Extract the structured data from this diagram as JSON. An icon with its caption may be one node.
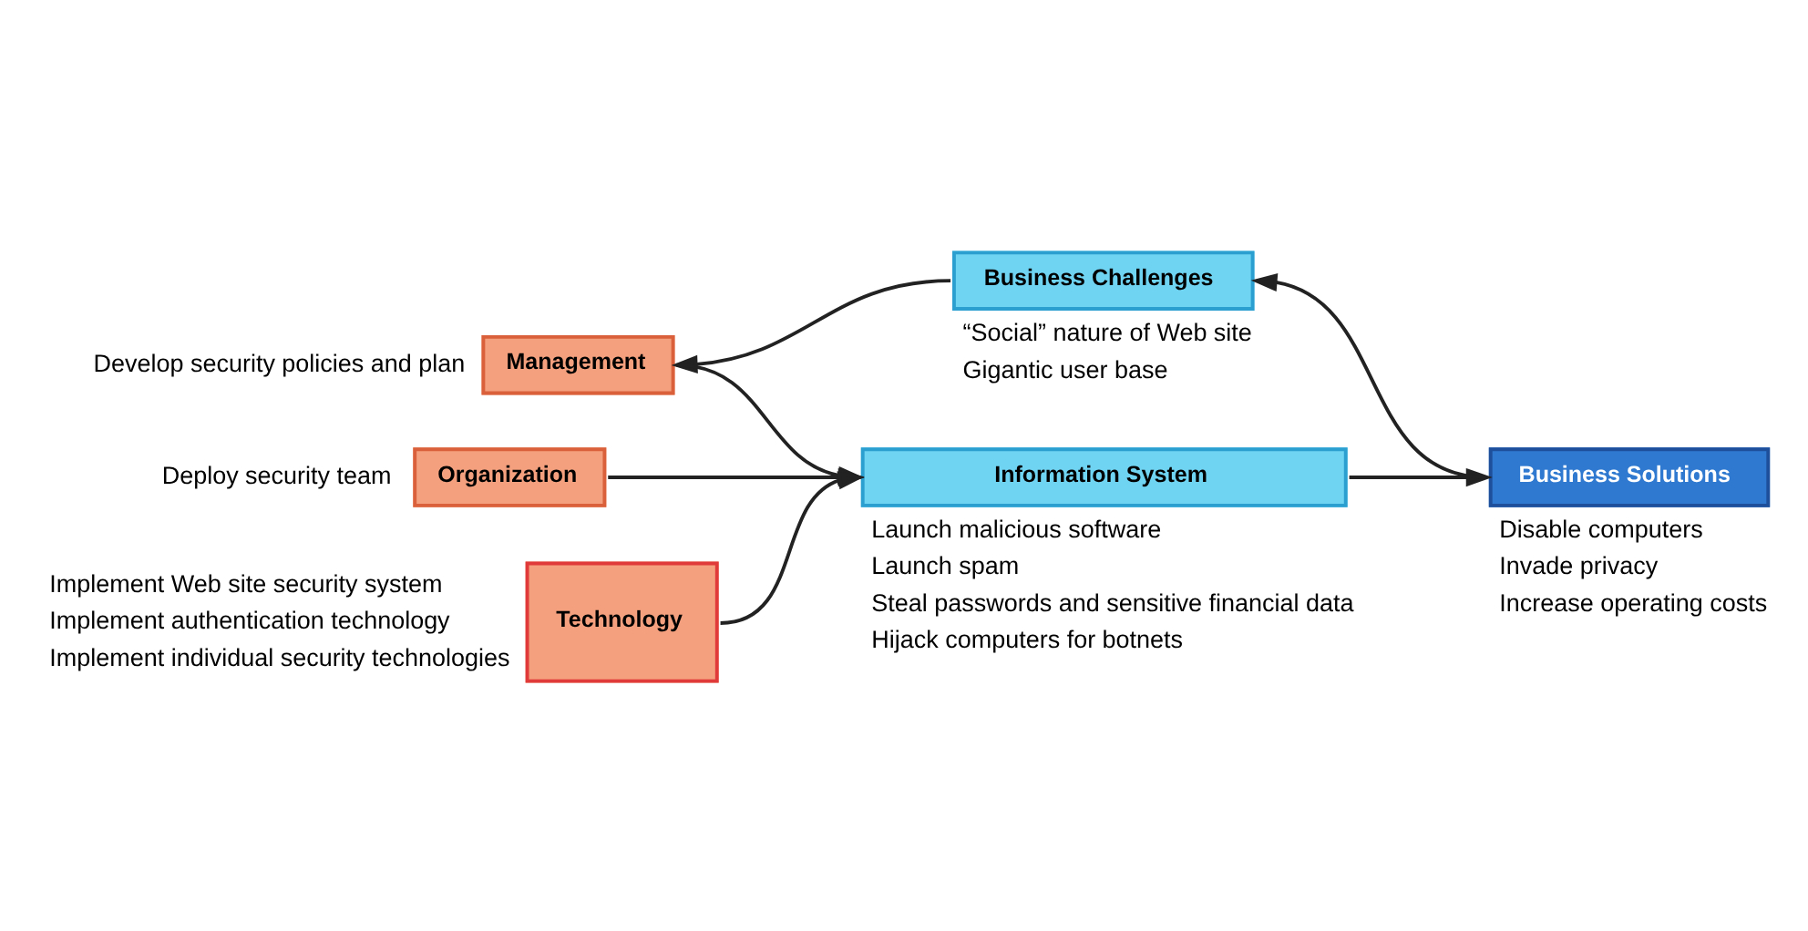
{
  "diagram": {
    "nodes": [
      {
        "text": [
          "Business Challenges"
        ],
        "beside": [
          "“Social” nature of Web site",
          "Gigantic user base"
        ]
      },
      {
        "text": [
          "Management"
        ],
        "beside": [
          "Develop security policies and plan"
        ]
      },
      {
        "text": [
          "Organization"
        ],
        "beside": [
          "Deploy security team"
        ]
      },
      {
        "text": [
          "Technology"
        ],
        "beside": [
          "Implement Web site security system",
          "Implement authentication technology",
          "Implement individual security technologies"
        ]
      },
      {
        "text": [
          "Information System"
        ],
        "beside": [
          "Launch malicious software",
          "Launch spam",
          "Steal passwords and sensitive financial data",
          "Hijack computers for botnets"
        ]
      },
      {
        "text": [
          "Business Solutions"
        ],
        "beside": [
          "Disable computers",
          "Invade privacy",
          "Increase operating costs"
        ]
      }
    ],
    "edges": [
      {
        "from": 5,
        "to": 0,
        "arrow": "to"
      },
      {
        "from": 0,
        "to": 1,
        "arrow": "to"
      },
      {
        "from": 1,
        "to": 4,
        "arrow": "to"
      },
      {
        "from": 2,
        "to": 4,
        "arrow": "to"
      },
      {
        "from": 3,
        "to": 4,
        "arrow": "to"
      },
      {
        "from": 4,
        "to": 5,
        "arrow": "to"
      }
    ]
  }
}
